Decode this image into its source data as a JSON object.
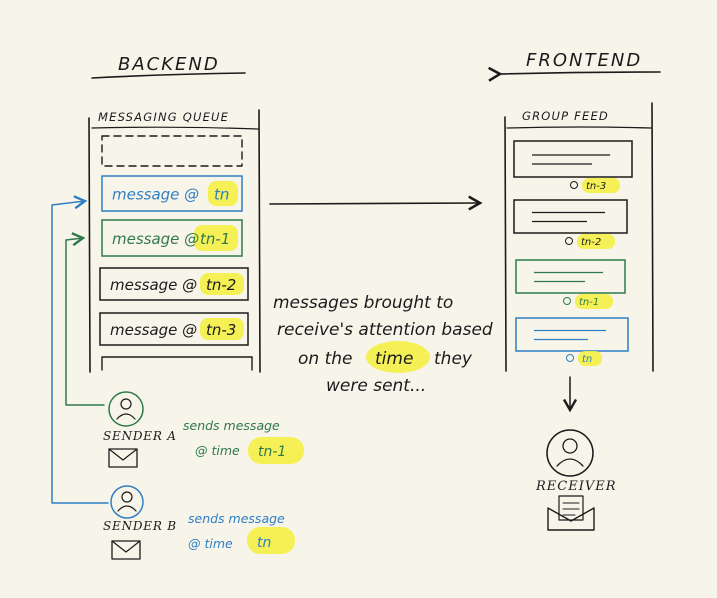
{
  "backend": {
    "title": "BACKEND",
    "queue_title": "MESSAGING QUEUE",
    "items": [
      {
        "label": "message @",
        "time": "tn",
        "color": "#2f7fc4"
      },
      {
        "label": "message @",
        "time": "tn-1",
        "color": "#2f7a4a"
      },
      {
        "label": "message @",
        "time": "tn-2",
        "color": "#1b1b1b"
      },
      {
        "label": "message @",
        "time": "tn-3",
        "color": "#1b1b1b"
      }
    ]
  },
  "frontend": {
    "title": "FRONTEND",
    "feed_title": "GROUP FEED",
    "items": [
      {
        "time": "tn-3",
        "color": "#1b1b1b"
      },
      {
        "time": "tn-2",
        "color": "#1b1b1b"
      },
      {
        "time": "tn-1",
        "color": "#2f7a4a"
      },
      {
        "time": "tn",
        "color": "#2f7fc4"
      }
    ]
  },
  "annotation": {
    "line1": "messages brought to",
    "line2": "receive's attention based",
    "line3_pre": "on the",
    "line3_time": "time",
    "line3_post": "they",
    "line4": "were sent..."
  },
  "senders": {
    "a": {
      "label": "SENDER A",
      "action": "sends message",
      "at": "@ time",
      "time": "tn-1",
      "color": "#2f7a4a"
    },
    "b": {
      "label": "SENDER B",
      "action": "sends message",
      "at": "@ time",
      "time": "tn",
      "color": "#2f7fc4"
    }
  },
  "receiver": {
    "label": "RECEIVER"
  },
  "colors": {
    "ink": "#1b1b1b",
    "blue": "#2f7fc4",
    "green": "#2f7a4a",
    "highlight": "#f4f046",
    "paper": "#f7f4ea"
  }
}
